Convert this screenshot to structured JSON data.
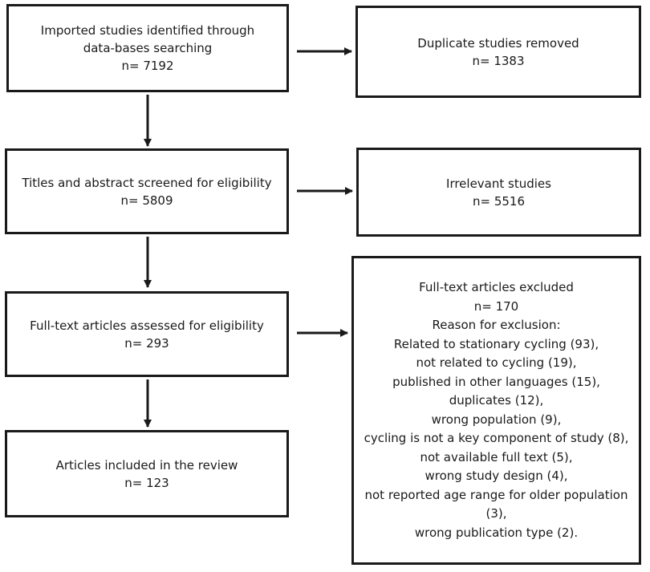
{
  "boxes": {
    "identified": {
      "title": "Imported studies identified through data-bases searching",
      "n": "n= 7192"
    },
    "duplicates": {
      "title": "Duplicate studies removed",
      "n": "n= 1383"
    },
    "screened": {
      "title": "Titles and abstract screened for eligibility",
      "n": "n= 5809"
    },
    "irrelevant": {
      "title": "Irrelevant studies",
      "n": "n= 5516"
    },
    "assessed": {
      "title": "Full-text articles assessed for eligibility",
      "n": "n= 293"
    },
    "excluded": {
      "title": "Full-text articles excluded",
      "n": "n= 170",
      "reason_header": "Reason for exclusion:",
      "reasons": [
        "Related to stationary cycling (93),",
        "not related to cycling (19),",
        "published in other languages (15),",
        "duplicates (12),",
        "wrong population (9),",
        "cycling is not a key component of study (8),",
        "not available full text (5),",
        "wrong study design (4),",
        "not reported age range for older population",
        "(3),",
        "wrong publication type (2)."
      ]
    },
    "included": {
      "title": "Articles included in the review",
      "n": "n= 123"
    }
  }
}
